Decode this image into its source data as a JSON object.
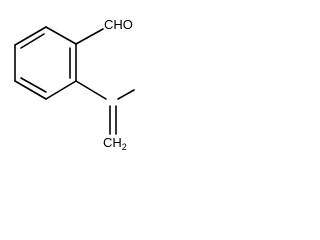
{
  "structure": {
    "atom_labels": {
      "aldehyde": "CHO",
      "vinyl_carbon": "CH",
      "vinyl_hydrogen_count": "2"
    }
  },
  "colors": {
    "bond": "#000000",
    "background": "#ffffff"
  }
}
